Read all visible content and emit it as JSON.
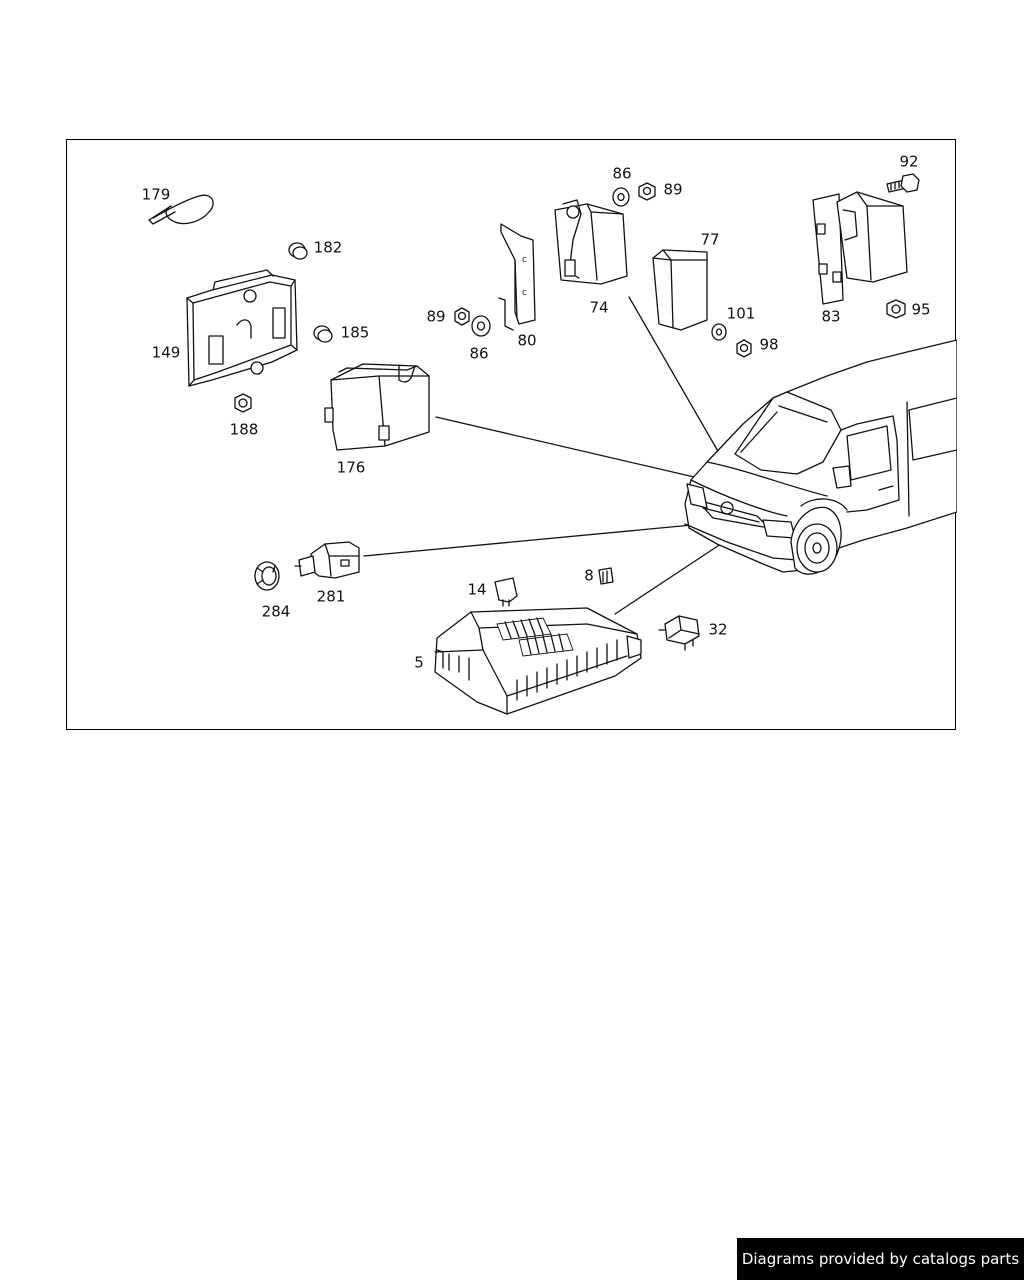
{
  "diagram": {
    "parts": [
      {
        "id": "p179",
        "label": "179"
      },
      {
        "id": "p182",
        "label": "182"
      },
      {
        "id": "p149",
        "label": "149"
      },
      {
        "id": "p185",
        "label": "185"
      },
      {
        "id": "p188",
        "label": "188"
      },
      {
        "id": "p176",
        "label": "176"
      },
      {
        "id": "p89a",
        "label": "89"
      },
      {
        "id": "p86a",
        "label": "86"
      },
      {
        "id": "p80",
        "label": "80"
      },
      {
        "id": "p74",
        "label": "74"
      },
      {
        "id": "p86b",
        "label": "86"
      },
      {
        "id": "p89b",
        "label": "89"
      },
      {
        "id": "p77",
        "label": "77"
      },
      {
        "id": "p101",
        "label": "101"
      },
      {
        "id": "p98",
        "label": "98"
      },
      {
        "id": "p92",
        "label": "92"
      },
      {
        "id": "p83",
        "label": "83"
      },
      {
        "id": "p95",
        "label": "95"
      },
      {
        "id": "p284",
        "label": "284"
      },
      {
        "id": "p281",
        "label": "281"
      },
      {
        "id": "p14",
        "label": "14"
      },
      {
        "id": "p8",
        "label": "8"
      },
      {
        "id": "p5",
        "label": "5"
      },
      {
        "id": "p32",
        "label": "32"
      }
    ]
  },
  "footer": {
    "text": "Diagrams provided by catalogs parts"
  }
}
